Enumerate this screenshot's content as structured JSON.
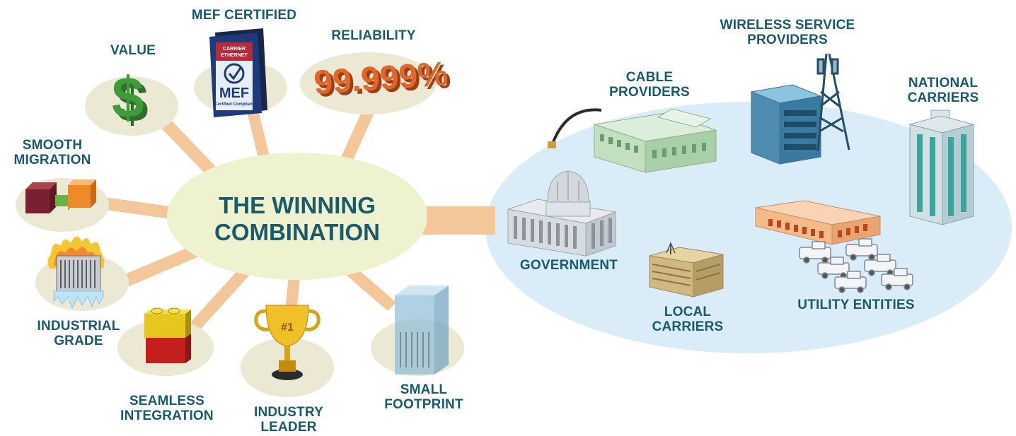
{
  "center": {
    "title": "THE  WINNING\nCOMBINATION"
  },
  "benefits": {
    "value": "VALUE",
    "mef_certified": "MEF CERTIFIED",
    "reliability": "RELIABILITY",
    "reliability_figure": "99.999%",
    "smooth_migration": "SMOOTH\nMIGRATION",
    "industrial_grade": "INDUSTRIAL\nGRADE",
    "seamless_integration": "SEAMLESS\nINTEGRATION",
    "industry_leader": "INDUSTRY\nLEADER",
    "trophy_rank": "#1",
    "small_footprint": "SMALL\nFOOTPRINT"
  },
  "mef_badge": {
    "line1": "CARRIER",
    "line2": "ETHERNET",
    "brand": "MEF",
    "caption": "Certified Compliant"
  },
  "markets": {
    "cable_providers": "CABLE\nPROVIDERS",
    "wireless_service_providers": "WIRELESS SERVICE\nPROVIDERS",
    "national_carriers": "NATIONAL\nCARRIERS",
    "government": "GOVERNMENT",
    "local_carriers": "LOCAL\nCARRIERS",
    "utility_entities": "UTILITY ENTITIES"
  },
  "colors": {
    "label_text": "#1b5a6b",
    "spoke": "#f4c79a",
    "center_oval": "#eef2cf",
    "platform_oval": "#ebe8d4",
    "market_area": "#d9ecf7",
    "reliability_orange": "#e0662a",
    "dollar_green": "#3f9a3a"
  }
}
